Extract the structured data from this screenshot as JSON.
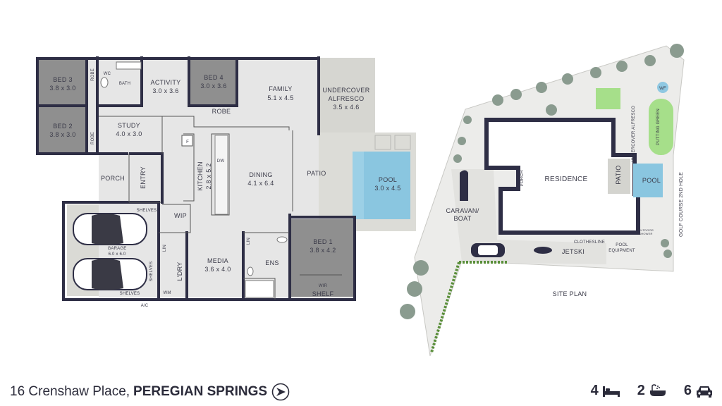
{
  "floorplan": {
    "rooms": {
      "bed3": {
        "name": "BED 3",
        "dims": "3.8 x 3.0"
      },
      "bed2": {
        "name": "BED 2",
        "dims": "3.8 x 3.0"
      },
      "robe_a": "ROBE",
      "robe_b": "ROBE",
      "wc": "WC",
      "bath": "BATH",
      "activity": {
        "name": "ACTIVITY",
        "dims": "3.0 x 3.6"
      },
      "study": {
        "name": "STUDY",
        "dims": "4.0 x 3.0"
      },
      "bed4": {
        "name": "BED 4",
        "dims": "3.0 x 3.6"
      },
      "robe_c": "ROBE",
      "family": {
        "name": "FAMILY",
        "dims": "5.1 x 4.5"
      },
      "alfresco": {
        "name1": "UNDERCOVER",
        "name2": "ALFRESCO",
        "dims": "3.5 x 4.6"
      },
      "porch": "PORCH",
      "entry": "ENTRY",
      "fridge": "F",
      "kitchen": {
        "name": "KITCHEN",
        "dims": "2.8 x 5.2"
      },
      "dw": "DW",
      "dining": {
        "name": "DINING",
        "dims": "4.1 x 6.4"
      },
      "patio": "PATIO",
      "pool": {
        "name": "POOL",
        "dims": "3.0 x 4.5"
      },
      "shelves_top": "SHELVES",
      "shelves_side": "SHELVES",
      "shelves_bottom": "SHELVES",
      "garage": {
        "name": "GARAGE",
        "dims": "6.0 x 6.0"
      },
      "wip": "WIP",
      "lin_a": "LIN",
      "lin_b": "LIN",
      "ldry": "L'DRY",
      "wm": "WM",
      "ac": "A/C",
      "media": {
        "name": "MEDIA",
        "dims": "3.6 x 4.0"
      },
      "ens": "ENS",
      "bed1": {
        "name": "BED 1",
        "dims": "3.8 x 4.2"
      },
      "wir": "WIR",
      "shelf": "SHELF"
    }
  },
  "siteplan": {
    "title": "SITE PLAN",
    "residence": "RESIDENCE",
    "porch": "PORCH",
    "patio": "PATIO",
    "pool": "POOL",
    "alfresco": "UNDERCOVER ALFRESCO",
    "putting": "PUTTING GREEN",
    "wf": "WF",
    "caravan1": "CARAVAN/",
    "caravan2": "BOAT",
    "jetski": "JETSKI",
    "clothesline": "CLOTHESLINE",
    "pool_equipment1": "POOL",
    "pool_equipment2": "EQUIPMENT",
    "outdoor_shower1": "OUTDOOR",
    "outdoor_shower2": "SHOWER",
    "golf": "GOLF COURSE 2ND HOLE"
  },
  "footer": {
    "address": "16 Crenshaw Place,",
    "town": "PEREGIAN SPRINGS",
    "beds": "4",
    "baths": "2",
    "cars": "6"
  },
  "colors": {
    "wall": "#2e2e45",
    "room_dark": "#8f8f8f",
    "room_light": "#e4e4e4",
    "outdoor": "#d4d4cf",
    "pool": "#8fc8e2",
    "grass": "#a6df8a",
    "tree": "#8a9b8f",
    "hedge": "#5a8f3a"
  },
  "icons": [
    "bed-icon",
    "bath-icon",
    "car-icon",
    "compass-icon"
  ]
}
